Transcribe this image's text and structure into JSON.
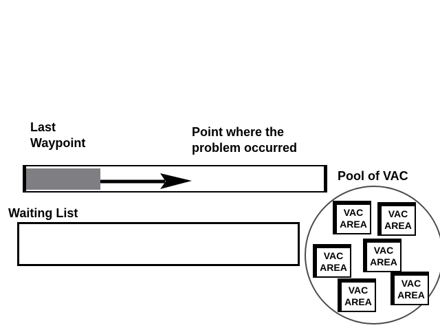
{
  "labels": {
    "last_waypoint": [
      "Last",
      "Waypoint"
    ],
    "problem_point": [
      "Point where the",
      "problem occurred"
    ],
    "waiting_list": "Waiting List",
    "pool": "Pool of VAC"
  },
  "progress": {
    "fill_fraction": 0.25,
    "fill_color": "#7f7f83",
    "arrow_color": "#000000"
  },
  "pool": {
    "vac_areas": [
      {
        "line1": "VAC",
        "line2": "AREA"
      },
      {
        "line1": "VAC",
        "line2": "AREA"
      },
      {
        "line1": "VAC",
        "line2": "AREA"
      },
      {
        "line1": "VAC",
        "line2": "AREA"
      },
      {
        "line1": "VAC",
        "line2": "AREA"
      },
      {
        "line1": "VAC",
        "line2": "AREA"
      }
    ]
  },
  "waiting_list": {
    "items": []
  }
}
